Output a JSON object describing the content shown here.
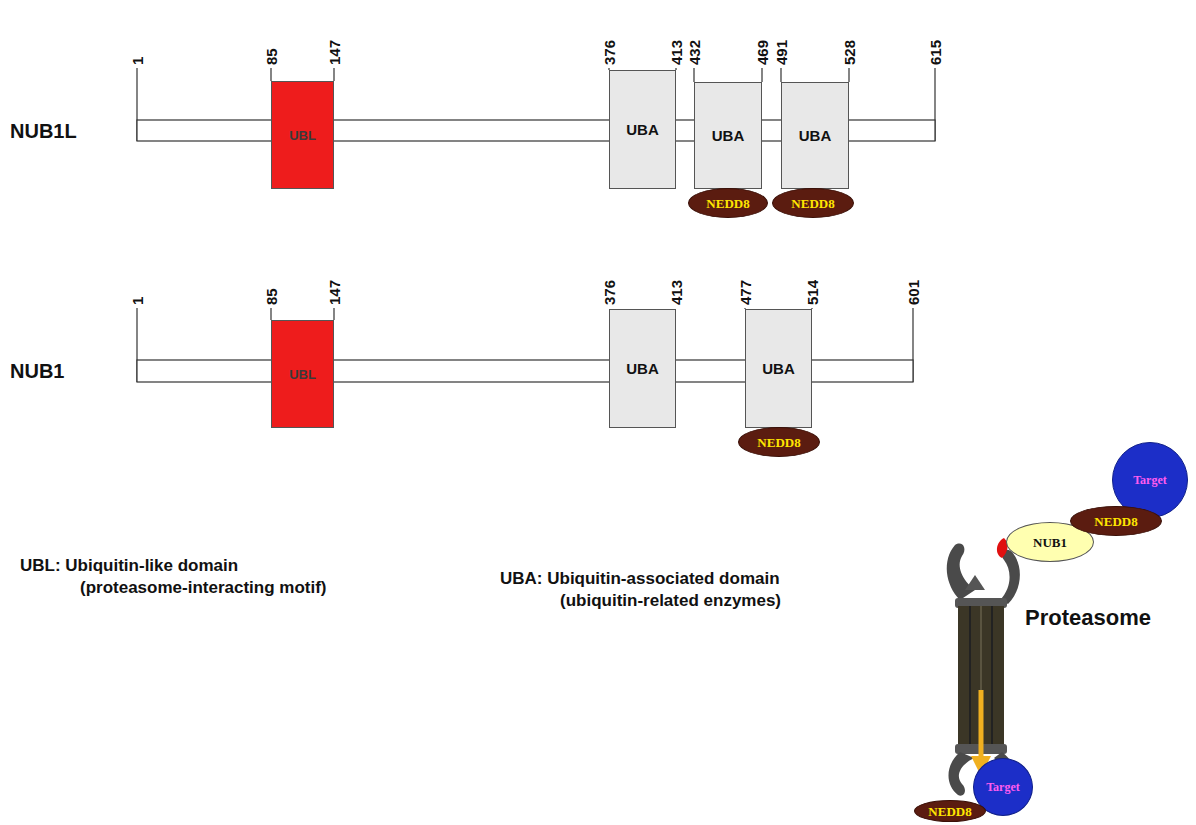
{
  "diagram": {
    "nodes": [
      {
        "text": [
          "UBL"
        ]
      },
      {
        "text": [
          "UBA"
        ]
      },
      {
        "text": [
          "UBA"
        ]
      },
      {
        "text": [
          "UBA"
        ]
      },
      {
        "text": [
          "NEDD8"
        ]
      },
      {
        "text": [
          "NEDD8"
        ]
      },
      {
        "text": [
          "UBL"
        ]
      },
      {
        "text": [
          "UBA"
        ]
      },
      {
        "text": [
          "UBA"
        ]
      },
      {
        "text": [
          "NEDD8"
        ]
      },
      {
        "text": [
          "Target"
        ]
      },
      {
        "text": [
          "NUB1"
        ]
      },
      {
        "text": [
          "NEDD8"
        ]
      },
      {
        "text": [
          "Target"
        ]
      },
      {
        "text": [
          "NEDD8"
        ]
      }
    ],
    "labels": [
      "NUB1L",
      "1",
      "85",
      "147",
      "376",
      "413",
      "432",
      "469",
      "491",
      "528",
      "615",
      "NUB1",
      "1",
      "85",
      "147",
      "376",
      "413",
      "477",
      "514",
      "601",
      "UBL: Ubiquitin-like domain",
      "(proteasome-interacting motif)",
      "UBA: Ubiquitin-associated domain",
      "(ubiquitin-related enzymes)",
      "Proteasome"
    ]
  }
}
